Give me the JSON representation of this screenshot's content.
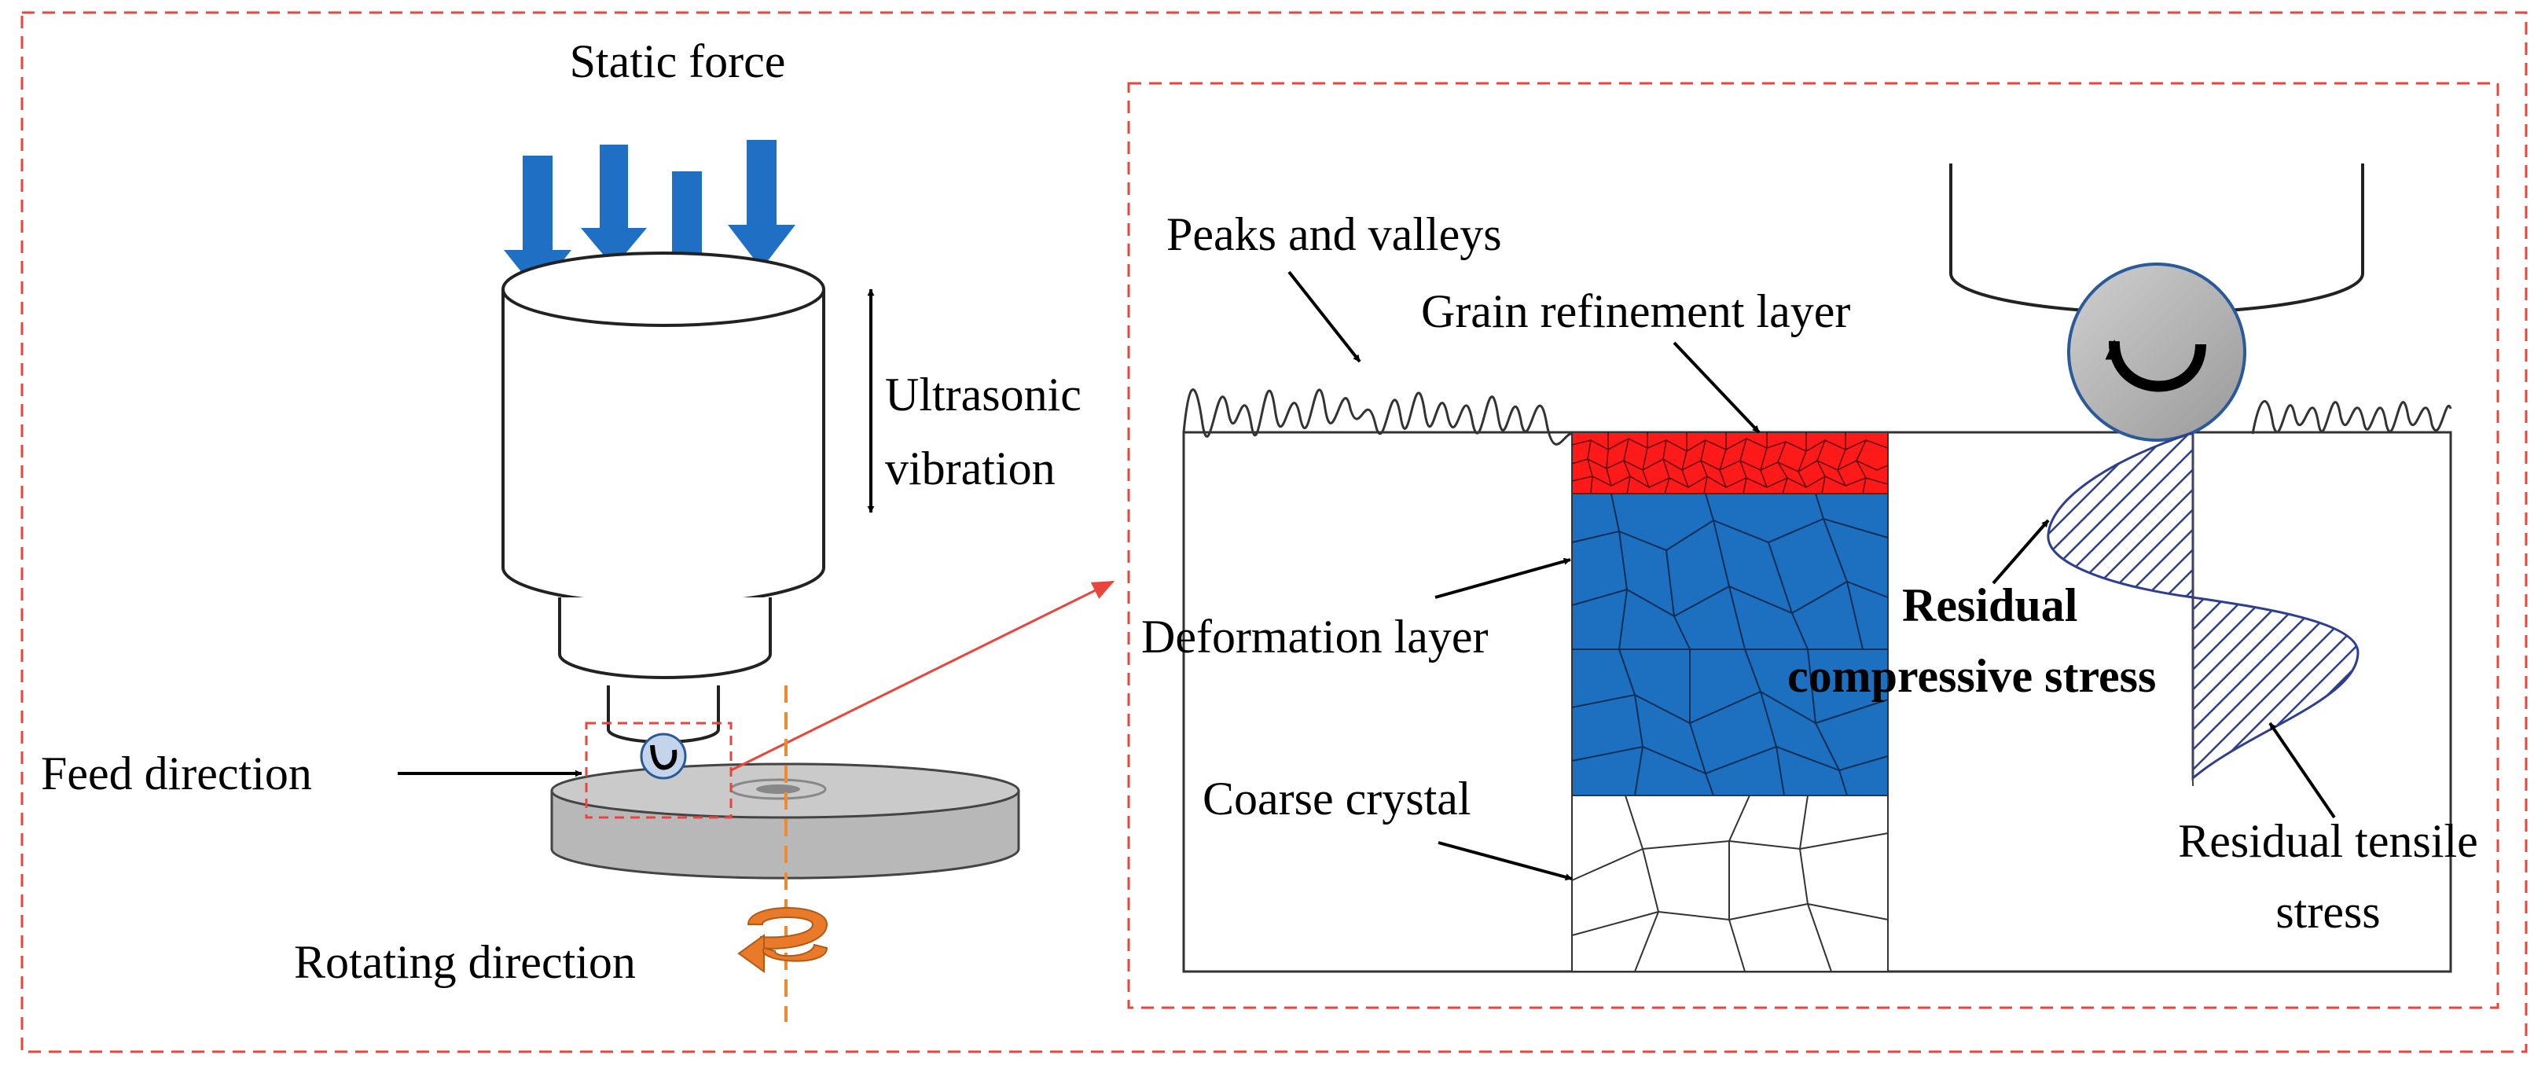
{
  "labels": {
    "static_force": "Static force",
    "ultrasonic": "Ultrasonic",
    "vibration": "vibration",
    "feed_direction": "Feed direction",
    "rotating_direction": "Rotating direction",
    "peaks_valleys": "Peaks and valleys",
    "grain_refinement": "Grain refinement layer",
    "deformation_layer": "Deformation layer",
    "coarse_crystal": "Coarse crystal",
    "residual_compressive_1": "Residual",
    "residual_compressive_2": "compressive stress",
    "residual_tensile_1": "Residual tensile",
    "residual_tensile_2": "stress"
  },
  "colors": {
    "dashed_border": "#e8463c",
    "force_arrow": "#1f6fc4",
    "refinement_layer": "#ff1a1a",
    "deformation_layer": "#1d6fc0",
    "hatch": "#2f3f8f",
    "rotation_arrow": "#e87a2a",
    "axis_line": "#f08a30",
    "tool_ball": "#b2b2b2",
    "workpiece": "#c4c4c4"
  }
}
